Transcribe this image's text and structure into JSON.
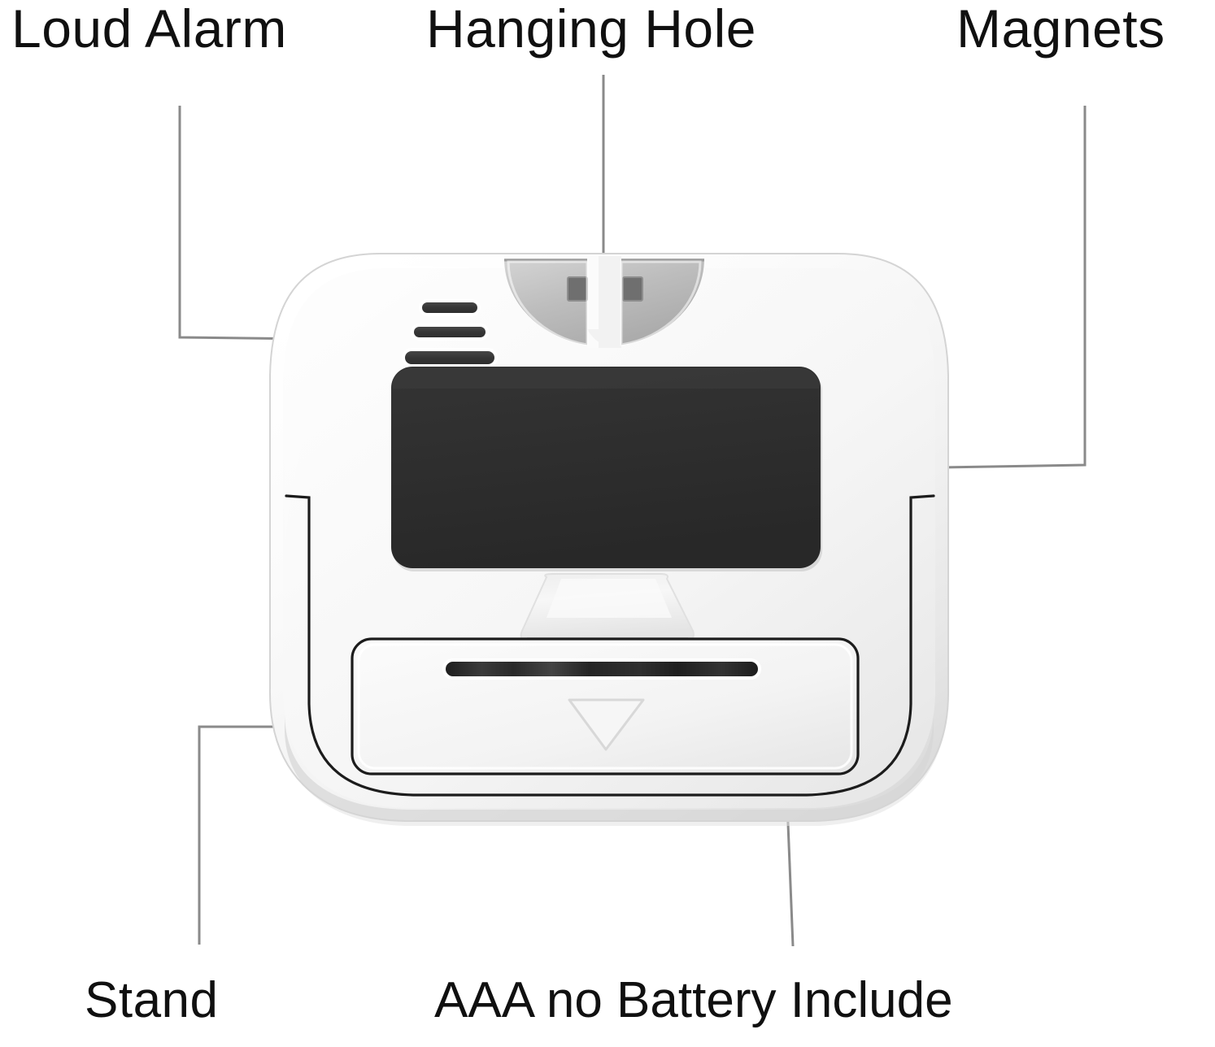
{
  "figure": {
    "kind": "product-feature-callout-diagram",
    "subject": "digital kitchen timer / clock - rear view",
    "background_color": "#ffffff",
    "label_color": "#101010",
    "leader_line_color": "#8a8a8a"
  },
  "callouts": [
    {
      "id": "loud-alarm",
      "label": "Loud Alarm",
      "position": "top-left",
      "points_to": "speaker-grille"
    },
    {
      "id": "hanging-hole",
      "label": "Hanging Hole",
      "position": "top-center",
      "points_to": "hanging-hole-recess"
    },
    {
      "id": "magnets",
      "label": "Magnets",
      "position": "top-right",
      "points_to": "magnet-panel"
    },
    {
      "id": "stand",
      "label": "Stand",
      "position": "bottom-left",
      "points_to": "stand-outline"
    },
    {
      "id": "aaa-battery",
      "label": "AAA no Battery Include",
      "position": "bottom-center",
      "points_to": "battery-door"
    }
  ],
  "device": {
    "body_color": "#f4f4f4",
    "body_highlight": "#ffffff",
    "body_shadow": "#d9d9d9",
    "magnet_panel_color": "#2e2e2e",
    "speaker_slot_color": "#3a3a3a",
    "recess_color": "#bdbdbd",
    "outline_color": "#1a1a1a",
    "parts": [
      {
        "name": "speaker-grille",
        "slots": 3
      },
      {
        "name": "hanging-hole-recess",
        "holes": 2
      },
      {
        "name": "magnet-panel"
      },
      {
        "name": "stand-tab"
      },
      {
        "name": "battery-door",
        "marker": "triangle-down"
      },
      {
        "name": "stand-outline"
      }
    ]
  }
}
